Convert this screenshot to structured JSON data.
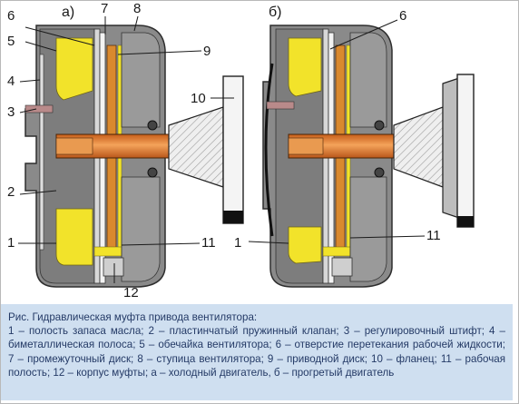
{
  "panels": {
    "a": "а)",
    "b": "б)"
  },
  "labels_a": [
    "1",
    "2",
    "3",
    "4",
    "5",
    "6",
    "7",
    "8",
    "9",
    "10",
    "11",
    "12"
  ],
  "labels_b": [
    "1",
    "6",
    "11"
  ],
  "caption": {
    "title": "Рис. Гидравлическая муфта привода вентилятора:",
    "body": "1 – полость запаса масла; 2 – пластинчатый пружинный клапан; 3 – регулировочный штифт; 4 – биметаллическая полоса; 5 – обечайка вентилятора; 6 – отверстие перетекания рабочей жидкости; 7 – промежуточный диск; 8 – ступица вентилятора; 9 – приводной диск; 10 – фланец; 11 – рабочая полость; 12 – корпус муфты; а – холодный двигатель, б – прогретый двигатель"
  },
  "colors": {
    "housing": "#8a8a8a",
    "housing_dark": "#3a3a3a",
    "oil": "#f2e32a",
    "shaft": "#e0782a",
    "disk": "#d9892e",
    "flange": "#f0f0f0"
  }
}
